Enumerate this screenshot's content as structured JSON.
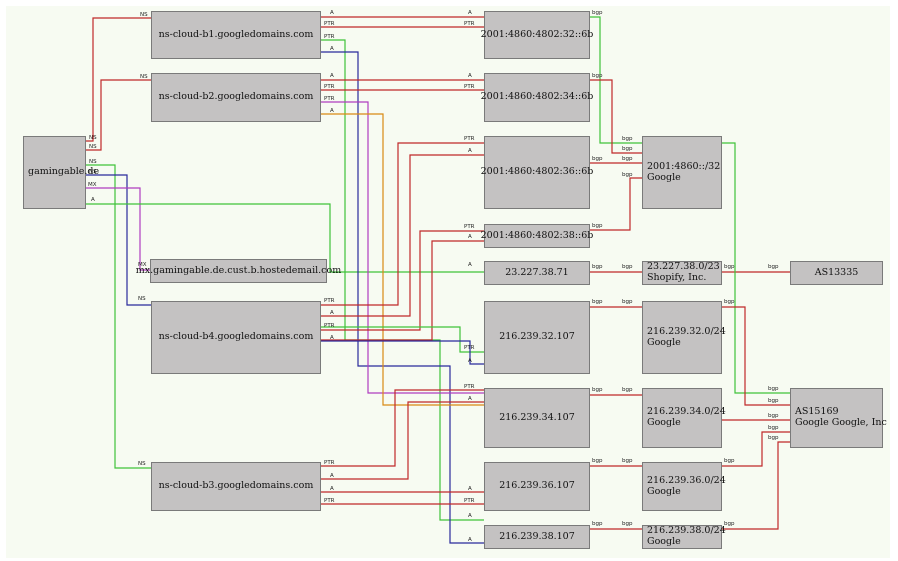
{
  "nodes": {
    "gamingable": {
      "text": "gamingable.de"
    },
    "ns_b1": {
      "text": "ns-cloud-b1.googledomains.com"
    },
    "ns_b2": {
      "text": "ns-cloud-b2.googledomains.com"
    },
    "mx": {
      "text": "mx.gamingable.de.cust.b.hostedemail.com"
    },
    "ns_b4": {
      "text": "ns-cloud-b4.googledomains.com"
    },
    "ns_b3": {
      "text": "ns-cloud-b3.googledomains.com"
    },
    "ip6_32": {
      "text": "2001:4860:4802:32::6b"
    },
    "ip6_34": {
      "text": "2001:4860:4802:34::6b"
    },
    "ip6_36": {
      "text": "2001:4860:4802:36::6b"
    },
    "ip6_38": {
      "text": "2001:4860:4802:38::6b"
    },
    "ip_23": {
      "text": "23.227.38.71"
    },
    "ip_32": {
      "text": "216.239.32.107"
    },
    "ip_34": {
      "text": "216.239.34.107"
    },
    "ip_36": {
      "text": "216.239.36.107"
    },
    "ip_38": {
      "text": "216.239.38.107"
    },
    "pfx6": {
      "line1": "2001:4860::/32",
      "line2": "Google"
    },
    "pfx_shop": {
      "line1": "23.227.38.0/23",
      "line2": "Shopify, Inc."
    },
    "pfx_32": {
      "line1": "216.239.32.0/24",
      "line2": "Google"
    },
    "pfx_34": {
      "line1": "216.239.34.0/24",
      "line2": "Google"
    },
    "pfx_36": {
      "line1": "216.239.36.0/24",
      "line2": "Google"
    },
    "pfx_38": {
      "line1": "216.239.38.0/24",
      "line2": "Google"
    },
    "as13335": {
      "text": "AS13335"
    },
    "as15169": {
      "line1": "AS15169",
      "line2": "Google Google, Inc"
    }
  },
  "edge_labels": {
    "ns": "NS",
    "mx": "MX",
    "a": "A",
    "ptr": "PTR",
    "bgp": "bgp"
  },
  "colors": {
    "red": "#c0282a",
    "green": "#3fc23a",
    "blue": "#2a2a9c",
    "magenta": "#b03cc0",
    "orange": "#d98a14",
    "node_fill": "#c4c2c2",
    "background": "#f7fbf2"
  }
}
